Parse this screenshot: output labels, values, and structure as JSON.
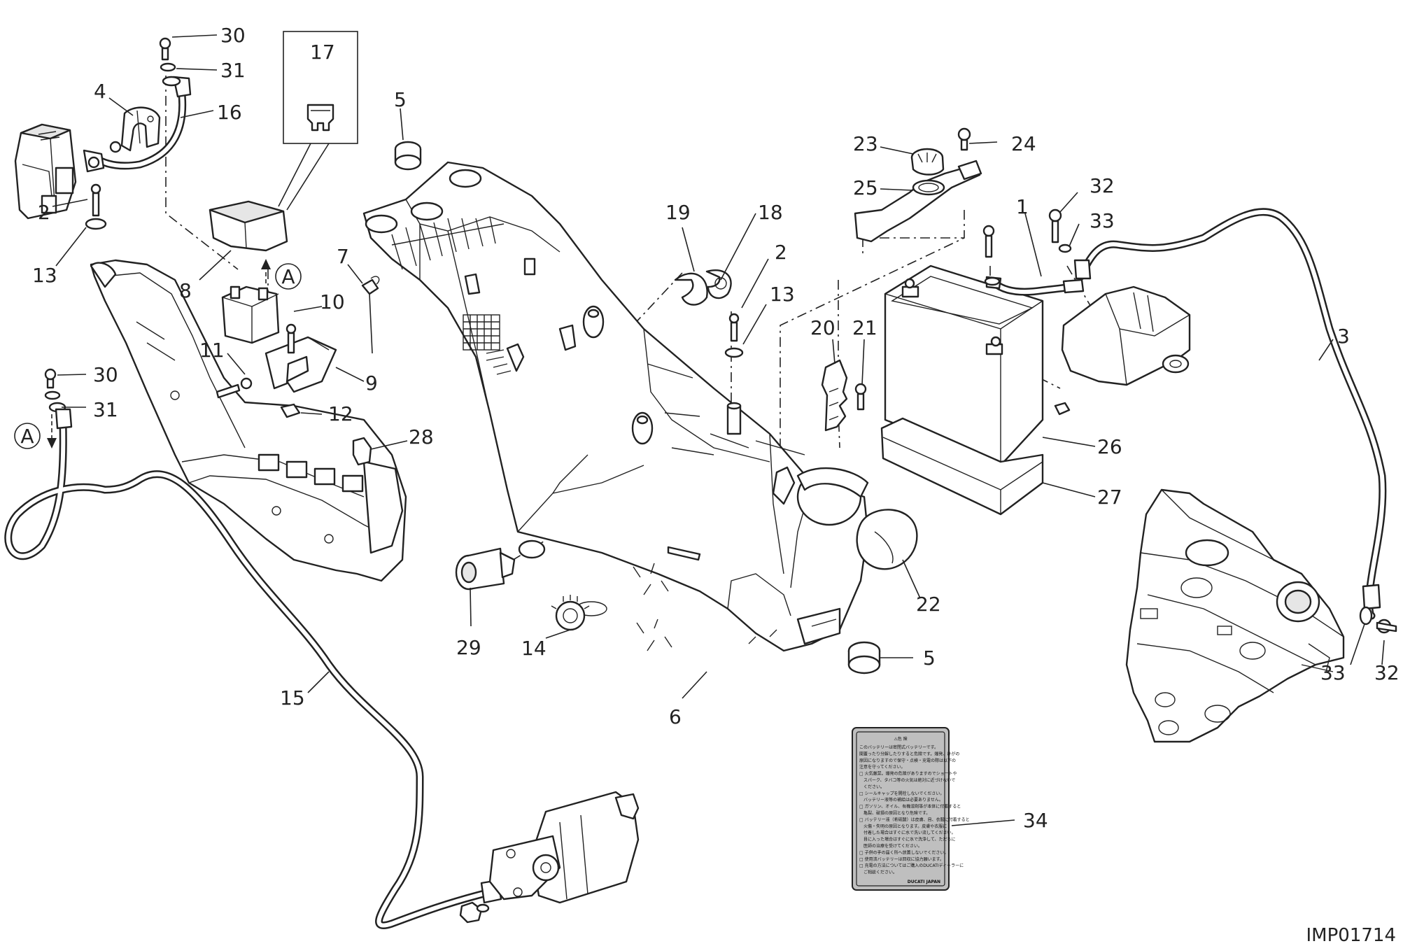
{
  "drawing_code": "IMP01714",
  "detail_marker": "A",
  "warning_label": {
    "heading": "⚠危 険",
    "lines": [
      "このバッテリーは密閉式バッテリーです。",
      "開蓋ったり分解したりすると危険です。爆発、けがの",
      "原因になりますので保守・点検・充電の際は以下の",
      "注意を守ってください。",
      "□ 火気厳禁。爆発の危険がありますのでショートや",
      "　スパーク、タバコ等の火気は絶対に近づけないで",
      "　ください。",
      "□ シールキャップを開栓しないでください。",
      "　バッテリー液等の補給は必要ありません。",
      "□ ガソリン、オイル、有機溶剤等が本体に付着すると",
      "　亀裂、破損の原因となり危険です。",
      "□ バッテリー液（希硫酸）は皮膚、目、衣服に付着すると",
      "　火傷・失明の原因となります。皮膚や衣服に",
      "　付着した場合はすぐに水で洗い流してください。",
      "　目に入った場合はすぐに水で洗浄して、ただちに",
      "　医師の治療を受けてください。",
      "□ 子供の手の届く所へ放置しないでください。",
      "□ 使用済バッテリーは回収に協力願います。",
      "□ 充電の方法についてはご購入のDUCATIディーラーに",
      "　ご相談ください。"
    ],
    "brand": "DUCATI JAPAN"
  },
  "callouts": [
    {
      "id": "c30a",
      "text": "30"
    },
    {
      "id": "c31a",
      "text": "31"
    },
    {
      "id": "c4",
      "text": "4"
    },
    {
      "id": "c16",
      "text": "16"
    },
    {
      "id": "c17",
      "text": "17"
    },
    {
      "id": "c5a",
      "text": "5"
    },
    {
      "id": "c2a",
      "text": "2"
    },
    {
      "id": "c13a",
      "text": "13"
    },
    {
      "id": "c8",
      "text": "8"
    },
    {
      "id": "c7",
      "text": "7"
    },
    {
      "id": "c10",
      "text": "10"
    },
    {
      "id": "c11",
      "text": "11"
    },
    {
      "id": "c9",
      "text": "9"
    },
    {
      "id": "c12",
      "text": "12"
    },
    {
      "id": "c28",
      "text": "28"
    },
    {
      "id": "c30b",
      "text": "30"
    },
    {
      "id": "c31b",
      "text": "31"
    },
    {
      "id": "c19",
      "text": "19"
    },
    {
      "id": "c18",
      "text": "18"
    },
    {
      "id": "c2b",
      "text": "2"
    },
    {
      "id": "c13b",
      "text": "13"
    },
    {
      "id": "c23",
      "text": "23"
    },
    {
      "id": "c24",
      "text": "24"
    },
    {
      "id": "c25",
      "text": "25"
    },
    {
      "id": "c32a",
      "text": "32"
    },
    {
      "id": "c33a",
      "text": "33"
    },
    {
      "id": "c1",
      "text": "1"
    },
    {
      "id": "c3",
      "text": "3"
    },
    {
      "id": "c20",
      "text": "20"
    },
    {
      "id": "c21",
      "text": "21"
    },
    {
      "id": "c26",
      "text": "26"
    },
    {
      "id": "c27",
      "text": "27"
    },
    {
      "id": "c22",
      "text": "22"
    },
    {
      "id": "c29",
      "text": "29"
    },
    {
      "id": "c14",
      "text": "14"
    },
    {
      "id": "c6",
      "text": "6"
    },
    {
      "id": "c5b",
      "text": "5"
    },
    {
      "id": "c15",
      "text": "15"
    },
    {
      "id": "c33b",
      "text": "33"
    },
    {
      "id": "c32b",
      "text": "32"
    },
    {
      "id": "c34",
      "text": "34"
    }
  ]
}
